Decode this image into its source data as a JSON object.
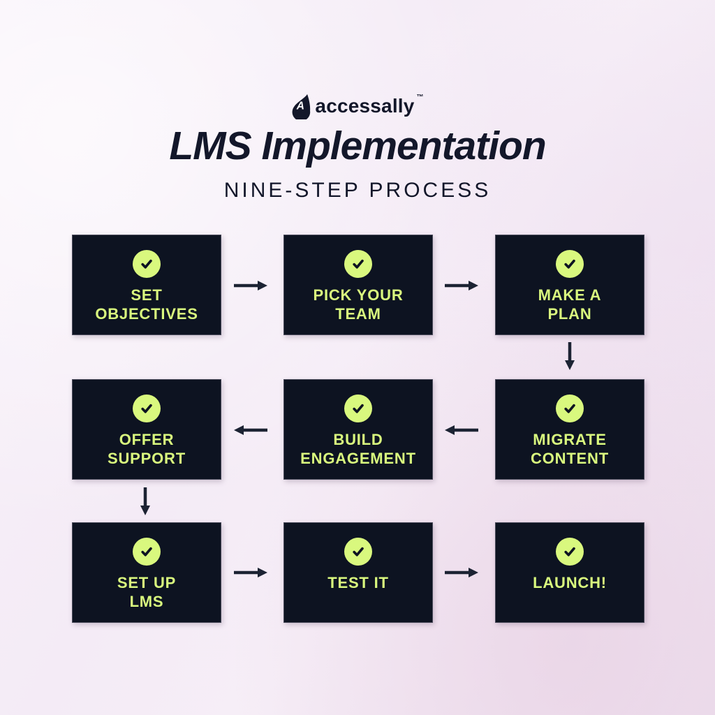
{
  "theme": {
    "background": "#f5edf7",
    "box": "#0d1321",
    "accent": "#d9f87e",
    "ink": "#13172a",
    "arrow": "#1c2333"
  },
  "header": {
    "brand": "accessally",
    "trademark": "™",
    "title": "LMS Implementation",
    "subtitle": "NINE-STEP PROCESS"
  },
  "icons": [
    {
      "name": "droplet-logo-icon",
      "glyph": "drop with letter A"
    },
    {
      "name": "check-circle-icon",
      "glyph": "✔"
    },
    {
      "name": "arrow-right-icon",
      "glyph": "→"
    },
    {
      "name": "arrow-left-icon",
      "glyph": "←"
    },
    {
      "name": "arrow-down-icon",
      "glyph": "↓"
    }
  ],
  "steps": [
    {
      "lines": [
        "SET",
        "OBJECTIVES"
      ]
    },
    {
      "lines": [
        "PICK YOUR",
        "TEAM"
      ]
    },
    {
      "lines": [
        "MAKE A",
        "PLAN"
      ]
    },
    {
      "lines": [
        "MIGRATE",
        "CONTENT"
      ]
    },
    {
      "lines": [
        "BUILD",
        "ENGAGEMENT"
      ]
    },
    {
      "lines": [
        "OFFER",
        "SUPPORT"
      ]
    },
    {
      "lines": [
        "SET UP",
        "LMS"
      ]
    },
    {
      "lines": [
        "TEST IT"
      ]
    },
    {
      "lines": [
        "LAUNCH!"
      ]
    }
  ]
}
